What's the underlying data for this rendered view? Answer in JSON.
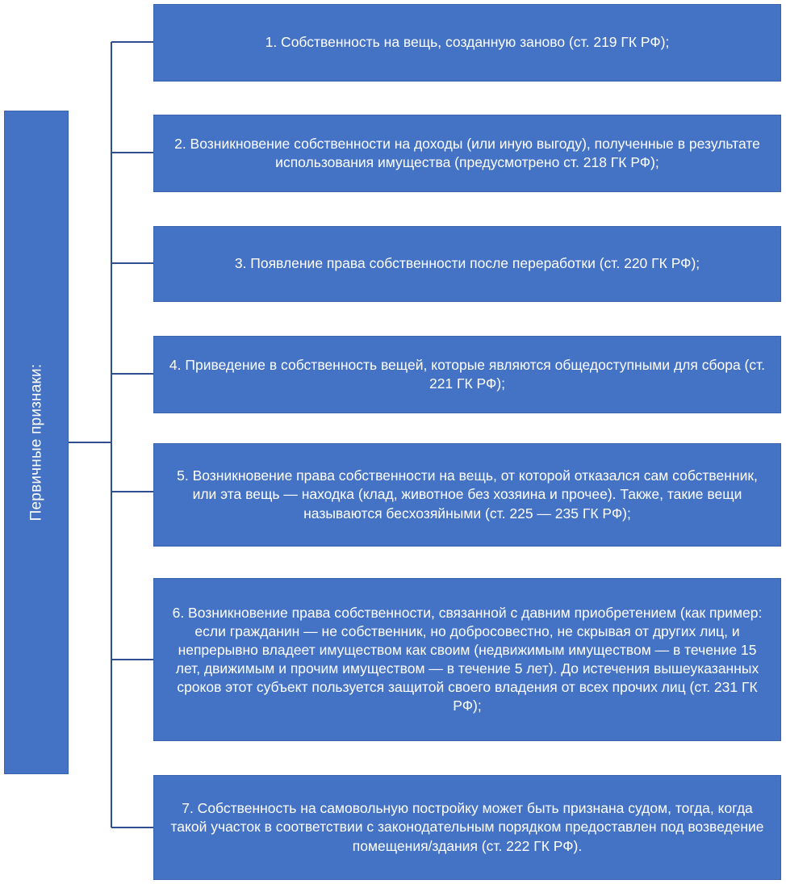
{
  "root_label": "Первичные признаки:",
  "items": [
    "1. Собственность на вещь, созданную заново (ст. 219 ГК РФ);",
    "2. Возникновение собственности на доходы (или иную выгоду), полученные в результате использования имущества (предусмотрено ст. 218 ГК РФ);",
    "3. Появление права собственности после переработки (ст. 220 ГК РФ);",
    "4. Приведение в собственность вещей, которые являются общедоступными для сбора (ст. 221 ГК РФ);",
    "5. Возникновение права собственности на вещь, от которой отказался сам собственник, или эта вещь — находка (клад, животное без хозяина и прочее). Также, такие вещи называются бесхозяйными (ст. 225 — 235 ГК РФ);",
    "6. Возникновение права собственности, связанной с давним приобретением (как пример: если гражданин — не собственник, но добросовестно, не скрывая от других лиц, и непрерывно владеет имуществом как своим (недвижимым имуществом — в течение 15 лет, движимым и прочим имуществом — в течение 5 лет). До истечения вышеуказанных сроков этот субъект пользуется защитой своего владения от всех прочих лиц (ст. 231 ГК РФ);",
    "7. Собственность на самовольную постройку может быть признана судом, тогда, когда такой участок в соответствии с законодательным порядком предоставлен под возведение помещения/здания (ст. 222 ГК РФ)."
  ],
  "colors": {
    "box_fill": "#4472c4",
    "connector": "#2f4f8f",
    "text": "#ffffff"
  }
}
